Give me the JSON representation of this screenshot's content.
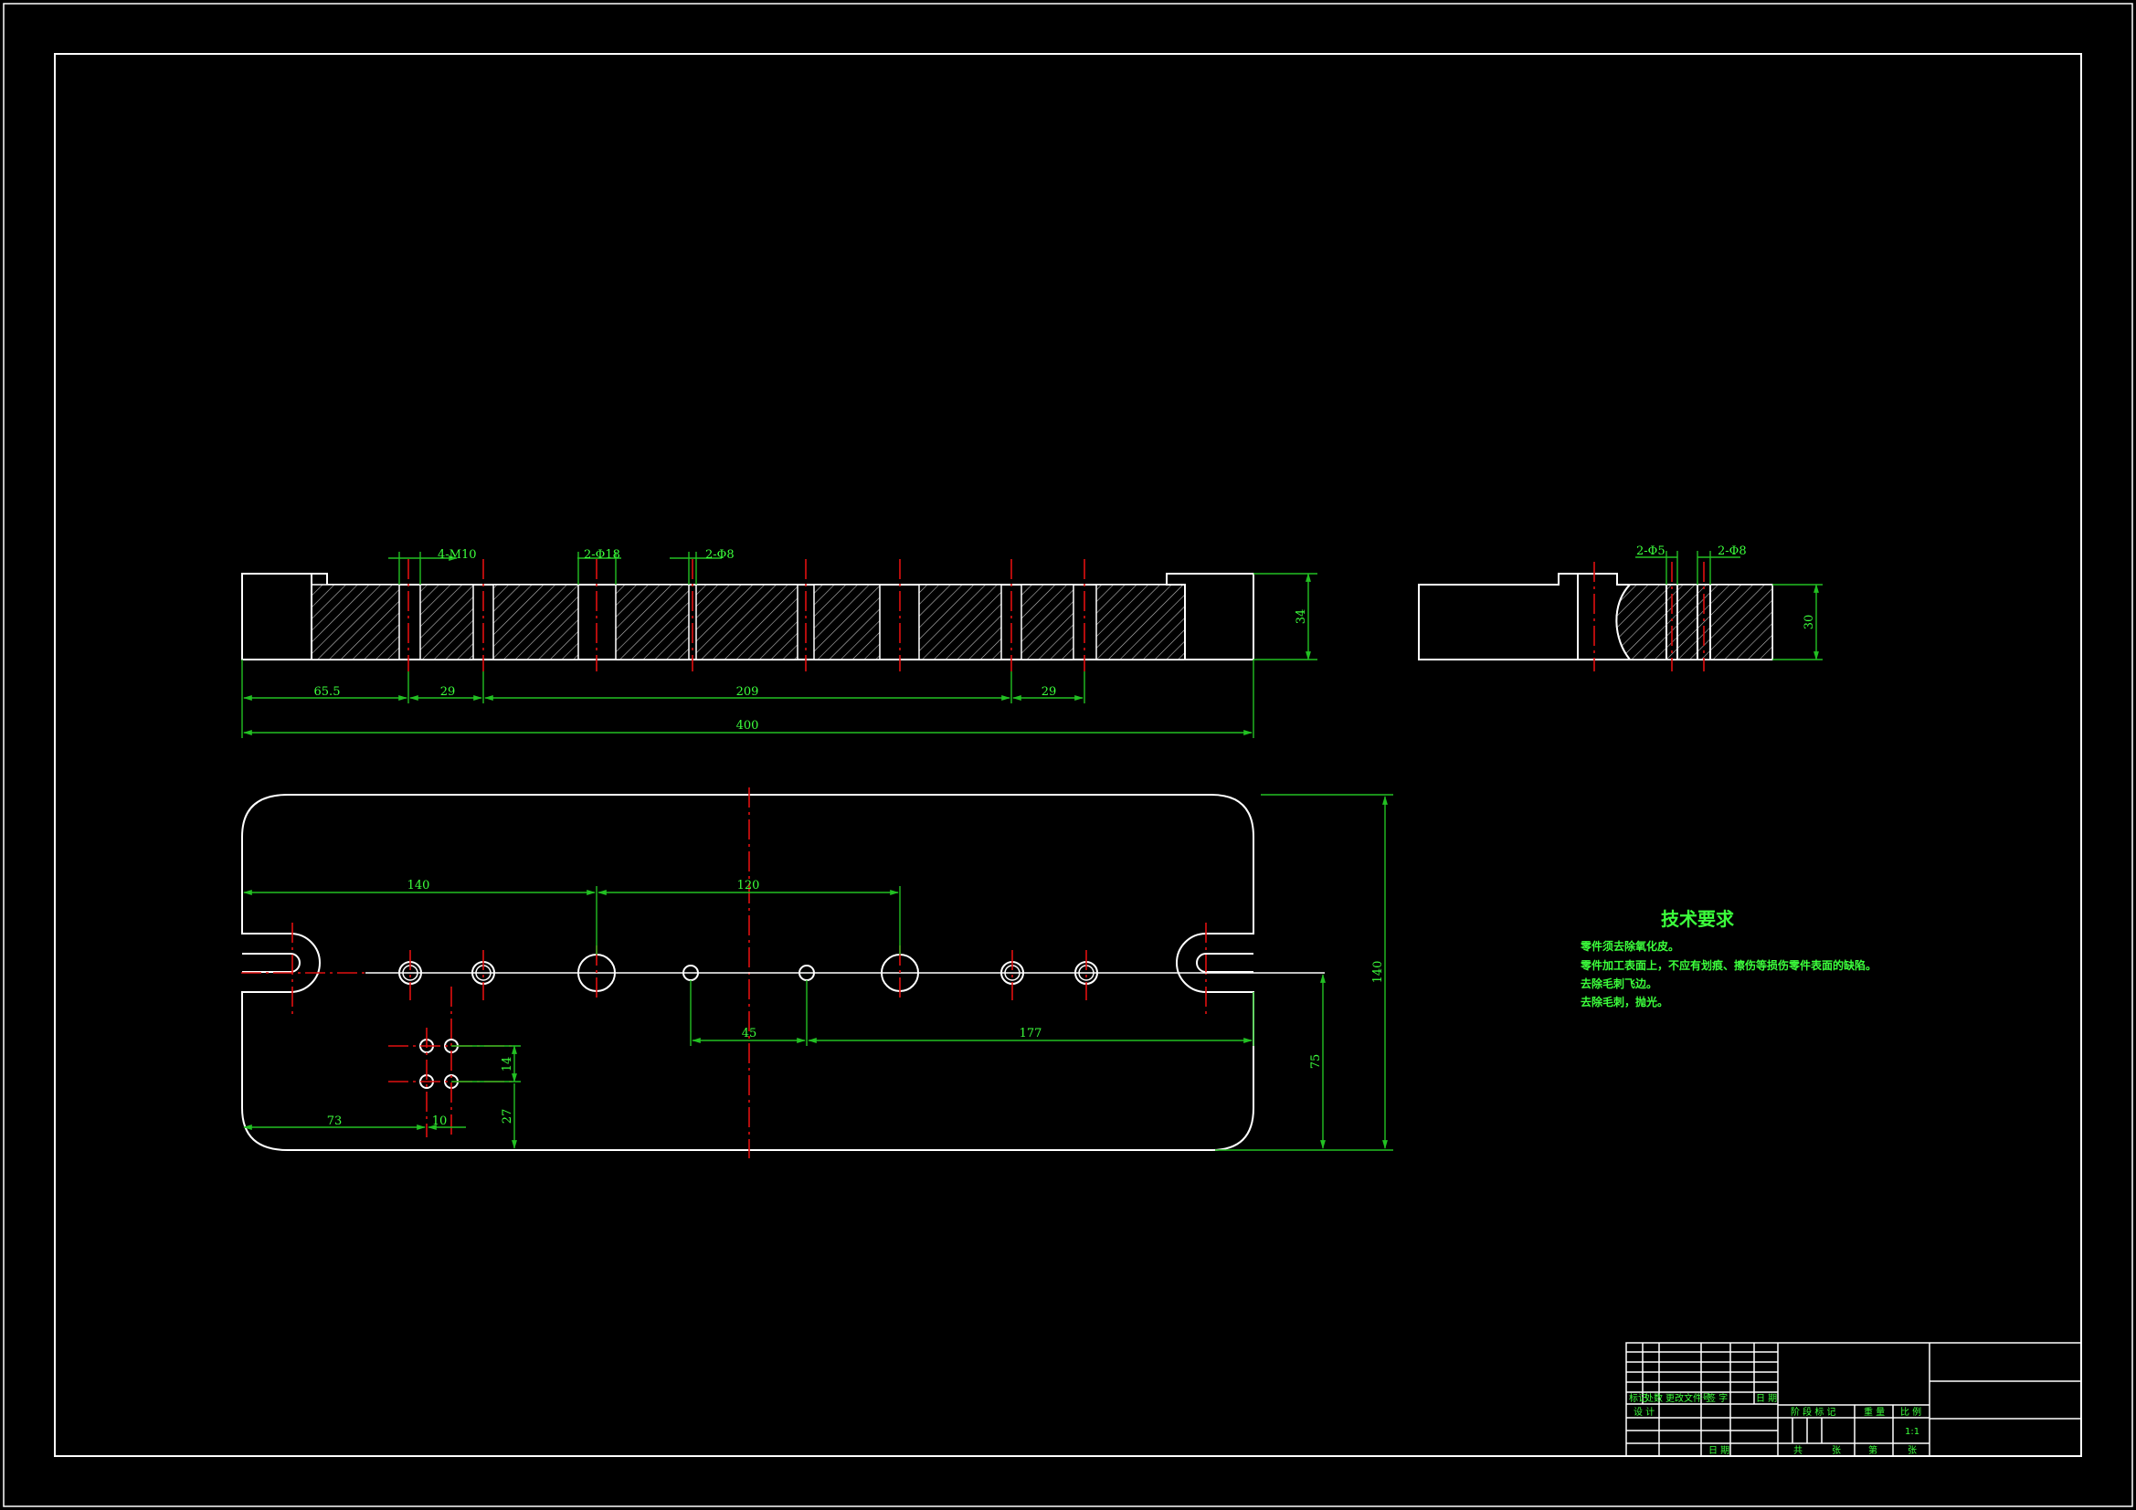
{
  "drawing": {
    "front_view": {
      "callouts": [
        "4-M10",
        "2-Φ18",
        "2-Φ8"
      ],
      "dims": {
        "d1": "65.5",
        "d2": "29",
        "d3": "209",
        "d4": "29",
        "overall": "400",
        "height": "34"
      }
    },
    "side_view": {
      "callouts": [
        "2-Φ5",
        "2-Φ8"
      ],
      "dims": {
        "height": "30"
      }
    },
    "plan_view": {
      "dims": {
        "a": "140",
        "b": "120",
        "c": "45",
        "d": "177",
        "e": "73",
        "f": "10",
        "g": "14",
        "h": "27",
        "i": "75",
        "j": "140"
      }
    },
    "tech_requirements": {
      "title": "技术要求",
      "lines": [
        "零件须去除氧化皮。",
        "零件加工表面上，不应有划痕、擦伤等损伤零件表面的缺陷。",
        "去除毛刺飞边。",
        "去除毛刺，抛光。"
      ]
    },
    "title_block": {
      "rev_headers": [
        "标记",
        "处数",
        "更改文件号",
        "签 字",
        "日 期"
      ],
      "design": "设 计",
      "date": "日 期",
      "stage": "阶 段 标 记",
      "weight": "重 量",
      "scale": "比 例",
      "scale_value": "1:1",
      "sheet_labels": [
        "共",
        "张",
        "第",
        "张"
      ]
    }
  },
  "colors": {
    "line": "#ffffff",
    "dimension": "#22c022",
    "text": "#3cff3c",
    "center": "#e01010",
    "background": "#000000"
  }
}
